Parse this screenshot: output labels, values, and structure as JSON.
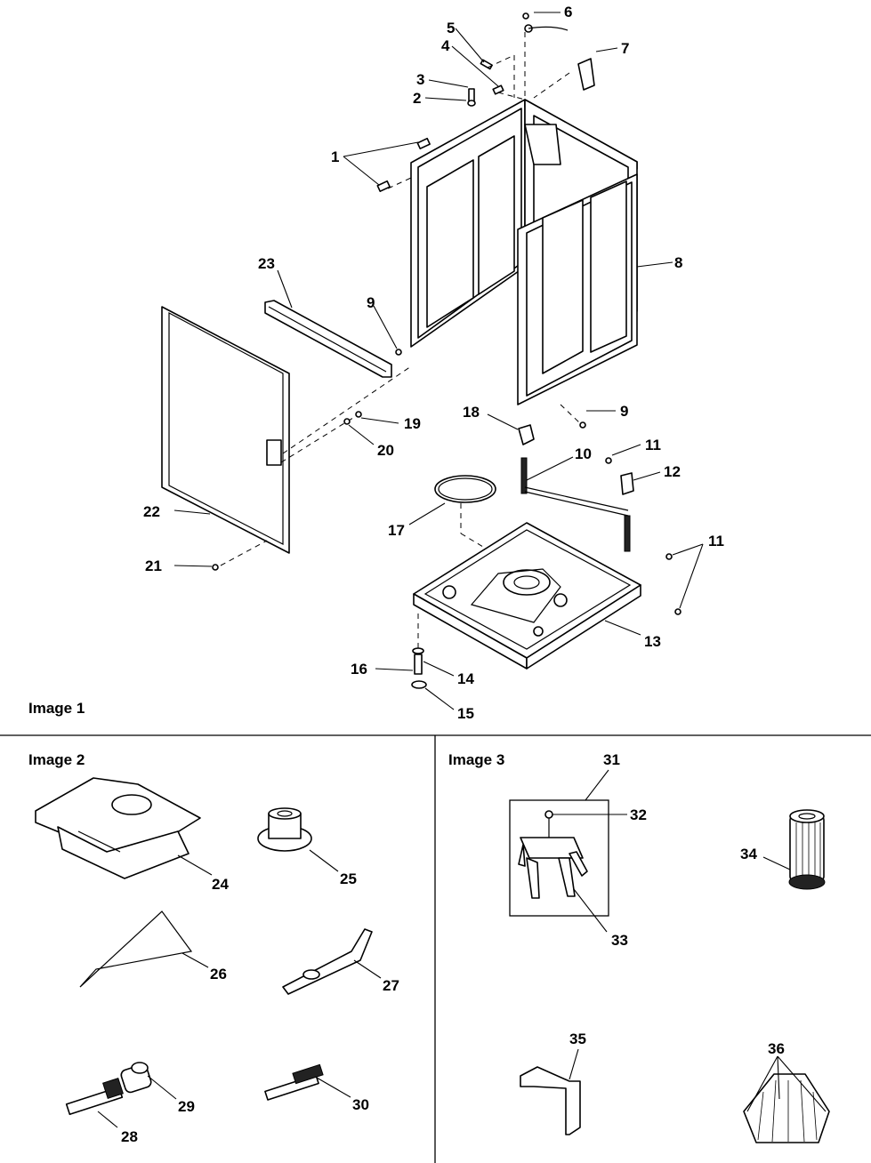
{
  "panels": {
    "image1": "Image 1",
    "image2": "Image 2",
    "image3": "Image 3"
  },
  "callouts": {
    "c1": "1",
    "c2": "2",
    "c3": "3",
    "c4": "4",
    "c5": "5",
    "c6": "6",
    "c7": "7",
    "c8": "8",
    "c9a": "9",
    "c9b": "9",
    "c10": "10",
    "c11a": "11",
    "c11b": "11",
    "c12": "12",
    "c13": "13",
    "c14": "14",
    "c15": "15",
    "c16": "16",
    "c17": "17",
    "c18": "18",
    "c19": "19",
    "c20": "20",
    "c21": "21",
    "c22": "22",
    "c23": "23",
    "c24": "24",
    "c25": "25",
    "c26": "26",
    "c27": "27",
    "c28": "28",
    "c29": "29",
    "c30": "30",
    "c31": "31",
    "c32": "32",
    "c33": "33",
    "c34": "34",
    "c35": "35",
    "c36": "36"
  }
}
